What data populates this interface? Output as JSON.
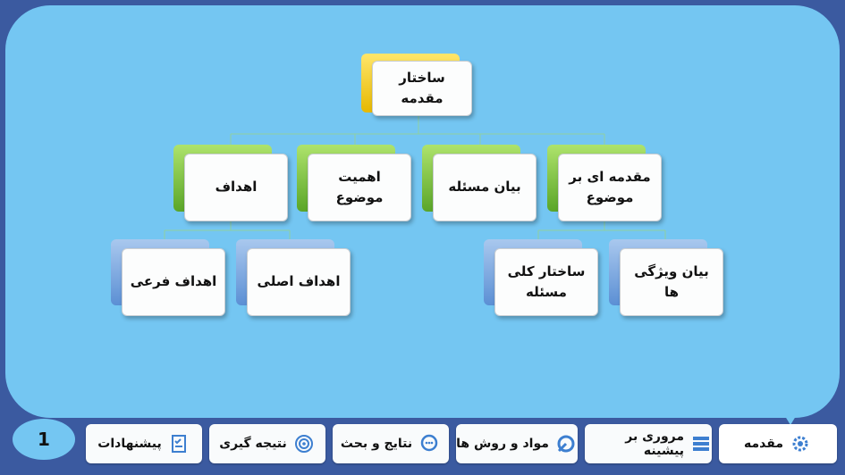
{
  "diagram": {
    "root": "ساختار مقدمه",
    "level1": [
      "مقدمه ای بر موضوع",
      "بیان مسئله",
      "اهمیت موضوع",
      "اهداف"
    ],
    "level2_left": [
      "اهداف اصلی",
      "اهداف فرعی"
    ],
    "level2_right": [
      "بیان ویژگی ها",
      "ساختار کلی مسئله"
    ]
  },
  "nav": {
    "tabs": [
      {
        "label": "مقدمه",
        "icon": "gear-icon"
      },
      {
        "label": "مروری بر پیشینه",
        "icon": "layers-icon"
      },
      {
        "label": "مواد و روش ها",
        "icon": "settings-icon"
      },
      {
        "label": "نتایج و بحث",
        "icon": "chat-icon"
      },
      {
        "label": "نتیجه گیری",
        "icon": "target-icon"
      },
      {
        "label": "پیشنهادات",
        "icon": "checklist-icon"
      }
    ],
    "page_number": "1"
  },
  "colors": {
    "background": "#3b5aa0",
    "panel": "#74c6f2",
    "root_accent": "#f2c91f",
    "level1_accent": "#7cc243",
    "level2_accent": "#6b9ee0"
  }
}
